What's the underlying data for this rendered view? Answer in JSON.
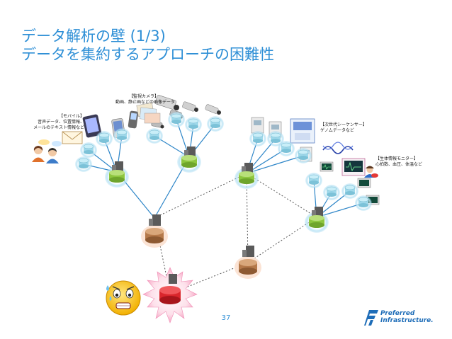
{
  "title": {
    "line1": "データ解析の壁 (1/3)",
    "line2": "データを集約するアプローチの困難性"
  },
  "captions": {
    "camera": [
      "【監視カメラ】",
      "動画、静止画などの画像データ"
    ],
    "mobile": [
      "【モバイル】",
      "音声データ、位置情報、",
      "メールのテキスト情報など"
    ],
    "sequencer": [
      "【次世代シーケンサー】",
      "ゲノムデータなど"
    ],
    "monitor": [
      "【生体情報モニター】",
      "心拍数、血圧、体温など"
    ]
  },
  "page_number": "37",
  "logo": {
    "line1": "Preferred",
    "line2": "Infrastructure."
  },
  "colors": {
    "title": "#2e8fd6",
    "edge_solid": "#2e86c8",
    "edge_dotted": "#555555",
    "leaf_db": "#9fd8ea",
    "regional_db": "#8dc63f",
    "central_db": "#b5794a",
    "overloaded_db": "#d9262c",
    "node_glow": "#bfe6f6",
    "logo": "#1e6db8"
  }
}
